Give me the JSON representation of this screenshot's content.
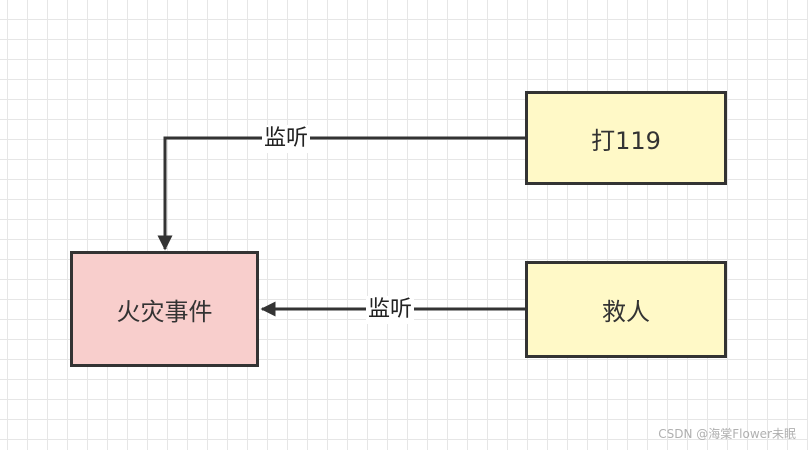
{
  "nodes": {
    "fire_event": {
      "label": "火灾事件",
      "fill": "#f8cecc"
    },
    "call_119": {
      "label": "打119",
      "fill": "#fff9c7"
    },
    "rescue": {
      "label": "救人",
      "fill": "#fff9c7"
    }
  },
  "edges": [
    {
      "from": "call_119",
      "to": "fire_event",
      "label": "监听"
    },
    {
      "from": "rescue",
      "to": "fire_event",
      "label": "监听"
    }
  ],
  "colors": {
    "stroke": "#333333",
    "grid": "#e6e6e6",
    "background": "#ffffff"
  },
  "watermark": "CSDN @海棠Flower未眠"
}
